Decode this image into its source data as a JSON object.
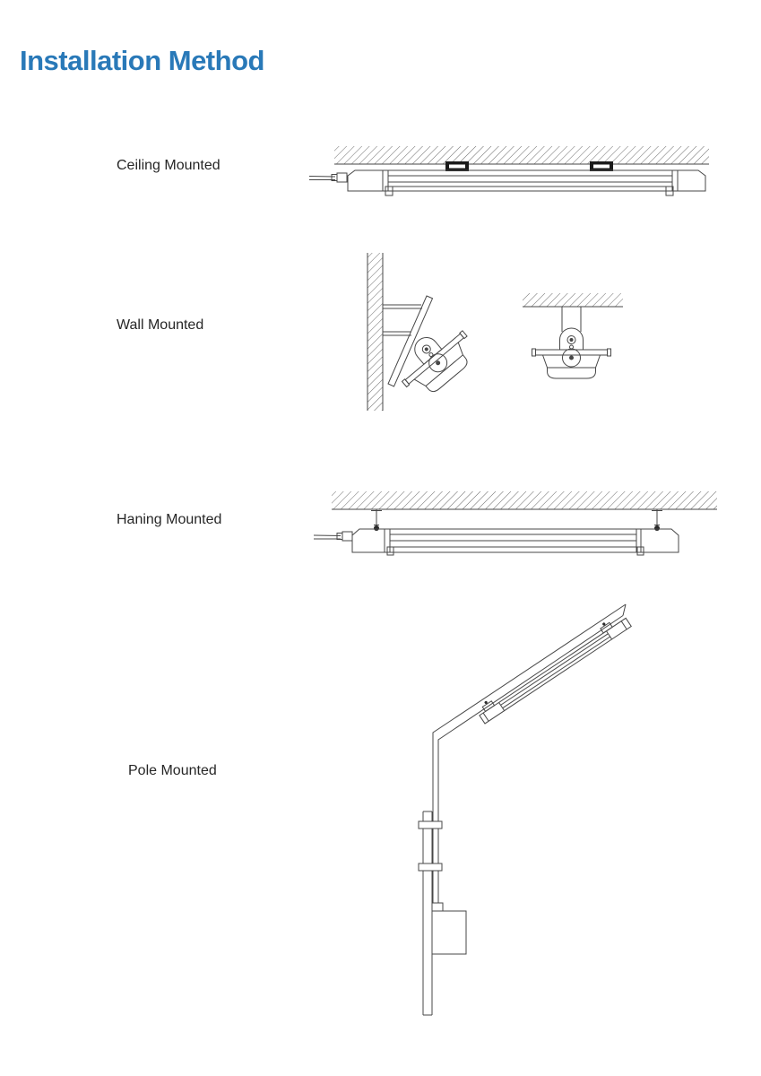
{
  "page": {
    "title": "Installation Method"
  },
  "theme": {
    "accent_blue": "#2979b8",
    "text_color": "#262626",
    "drawing_line_color": "#474747",
    "background": "#ffffff"
  },
  "sections": [
    {
      "label": "Ceiling Mounted",
      "diagram": "ceiling-mounted-drawing"
    },
    {
      "label": "Wall Mounted",
      "diagram": "wall-mounted-drawing"
    },
    {
      "label": "Haning Mounted",
      "diagram": "hanging-mounted-drawing"
    },
    {
      "label": "Pole Mounted",
      "diagram": "pole-mounted-drawing"
    }
  ]
}
